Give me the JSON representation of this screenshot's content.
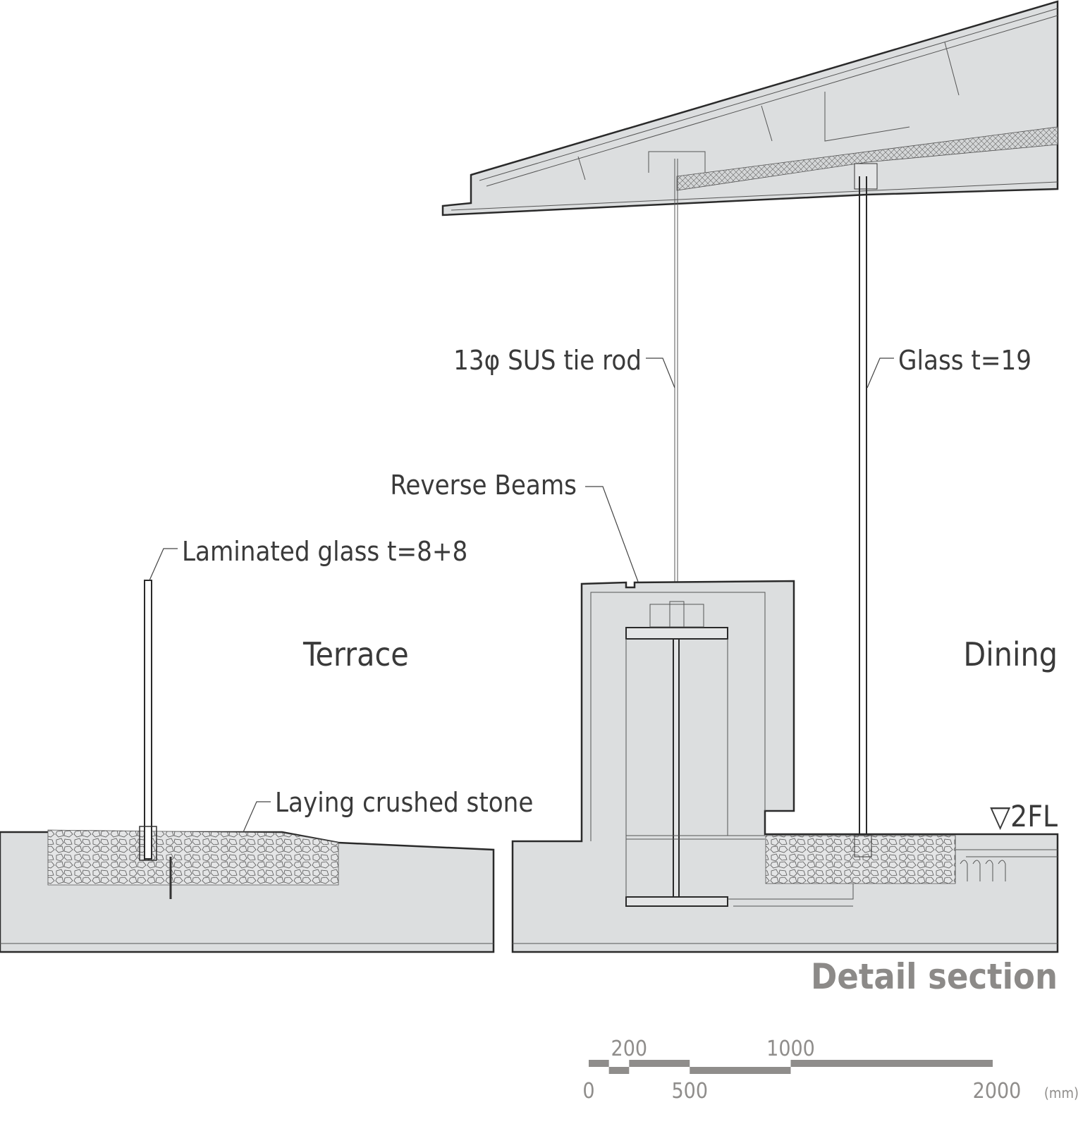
{
  "drawing": {
    "title": "Detail section",
    "rooms": {
      "terrace": "Terrace",
      "dining": "Dining"
    },
    "level_mark": "▽2FL",
    "callouts": {
      "tie_rod": "13φ SUS tie rod",
      "glass": "Glass t=19",
      "reverse_beams": "Reverse Beams",
      "laminated_glass": "Laminated glass t=8+8",
      "crushed_stone": "Laying crushed stone"
    },
    "colors": {
      "fill": "#dcdedf",
      "line": "#2a2a2a",
      "text": "#3a3a3a",
      "title": "#8c8a88",
      "scale": "#8f8d8b"
    }
  },
  "scale_bar": {
    "unit": "(mm)",
    "max": 2000,
    "segments": [
      [
        0,
        100,
        "up"
      ],
      [
        100,
        200,
        "down"
      ],
      [
        200,
        500,
        "up"
      ],
      [
        500,
        1000,
        "down"
      ],
      [
        1000,
        2000,
        "up"
      ]
    ],
    "labels_top": [
      "200",
      "1000"
    ],
    "labels_bottom": [
      "0",
      "500",
      "2000"
    ]
  }
}
